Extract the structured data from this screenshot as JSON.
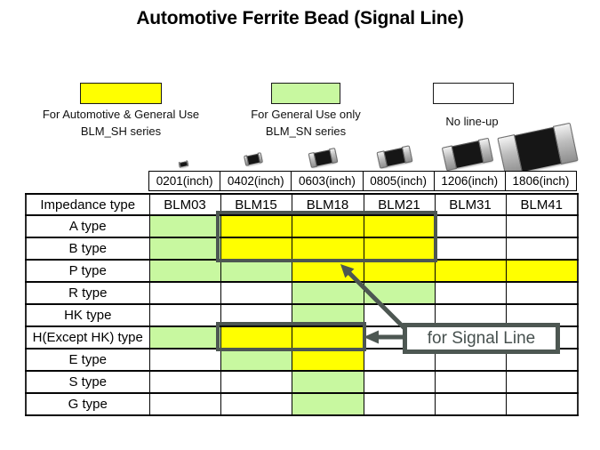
{
  "title": "Automotive Ferrite Bead (Signal Line)",
  "legend": {
    "items": [
      {
        "swatch_color": "#FFFF00",
        "line1": "For Automotive  & General Use",
        "line2": "BLM_SH series"
      },
      {
        "swatch_color": "#C8F8A0",
        "line1": "For General Use only",
        "line2": "BLM_SN series"
      },
      {
        "swatch_color": "#FFFFFF",
        "line1": "No line-up",
        "line2": ""
      }
    ]
  },
  "table": {
    "corner_label": "Impedance type",
    "columns": [
      {
        "size": "0201(inch)",
        "model": "BLM03"
      },
      {
        "size": "0402(inch)",
        "model": "BLM15"
      },
      {
        "size": "0603(inch)",
        "model": "BLM18"
      },
      {
        "size": "0805(inch)",
        "model": "BLM21"
      },
      {
        "size": "1206(inch)",
        "model": "BLM31"
      },
      {
        "size": "1806(inch)",
        "model": "BLM41"
      }
    ]
  },
  "callout": {
    "label": "for Signal Line"
  },
  "colors": {
    "yellow": "#FFFF00",
    "green": "#C8F8A0",
    "accent_dark": "#4D5752"
  },
  "chart_data": {
    "type": "table",
    "title": "Automotive Ferrite Bead (Signal Line)",
    "columns": [
      "Impedance type",
      "BLM03 / 0201(inch)",
      "BLM15 / 0402(inch)",
      "BLM18 / 0603(inch)",
      "BLM21 / 0805(inch)",
      "BLM31 / 1206(inch)",
      "BLM41 / 1806(inch)"
    ],
    "cell_legend": {
      "yellow": "For Automotive & General Use (BLM_SH series)",
      "green": "For General Use only (BLM_SN series)",
      "white": "No line-up"
    },
    "rows": [
      {
        "label": "A type",
        "cells": [
          "green",
          "yellow",
          "yellow",
          "yellow",
          "white",
          "white"
        ]
      },
      {
        "label": "B type",
        "cells": [
          "green",
          "yellow",
          "yellow",
          "yellow",
          "white",
          "white"
        ]
      },
      {
        "label": "P type",
        "cells": [
          "green",
          "green",
          "yellow",
          "yellow",
          "yellow",
          "yellow"
        ]
      },
      {
        "label": "R type",
        "cells": [
          "white",
          "white",
          "green",
          "green",
          "white",
          "white"
        ]
      },
      {
        "label": "HK type",
        "cells": [
          "white",
          "white",
          "green",
          "white",
          "white",
          "white"
        ]
      },
      {
        "label": "H(Except HK) type",
        "cells": [
          "green",
          "yellow",
          "yellow",
          "white",
          "white",
          "white"
        ]
      },
      {
        "label": "E type",
        "cells": [
          "white",
          "green",
          "yellow",
          "white",
          "white",
          "white"
        ]
      },
      {
        "label": "S type",
        "cells": [
          "white",
          "white",
          "green",
          "white",
          "white",
          "white"
        ]
      },
      {
        "label": "G type",
        "cells": [
          "white",
          "white",
          "green",
          "white",
          "white",
          "white"
        ]
      }
    ],
    "highlight_groups": [
      {
        "rows": [
          "A type",
          "B type"
        ],
        "columns": [
          "BLM15",
          "BLM18",
          "BLM21"
        ]
      },
      {
        "rows": [
          "H(Except HK) type"
        ],
        "columns": [
          "BLM15",
          "BLM18"
        ]
      }
    ],
    "annotation": "for Signal Line"
  }
}
